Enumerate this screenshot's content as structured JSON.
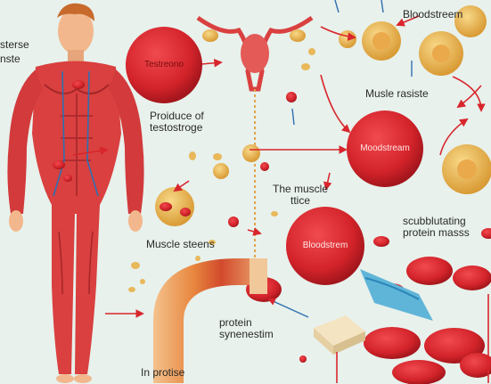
{
  "labels": {
    "left_edge_1": "sterse",
    "left_edge_2": "nste",
    "produce": "Proiduce of\ntestostroge",
    "muscle_tissue": "The muscle\nttice",
    "muscle_steens": "Muscle steens",
    "protein": "protein\nsynenestim",
    "in_protise": "In protise",
    "bloodstream_top": "Bloodstreem",
    "muscle_rasiste": "Musle rasiste",
    "subbluttating": "scubblutating\nprotein masss"
  },
  "bubbles": {
    "testosterone": "Testreono",
    "moodstream": "Moodstream",
    "bloodstream": "Bloodstrem"
  },
  "colors": {
    "background": "#e8f1ec",
    "muscle": "#d9403f",
    "blood_cell": "#d3232a",
    "arrow": "#d8262c",
    "fat_cell": "#e9b64f",
    "skin": "#f2b78c",
    "bone": "#f3d09a"
  },
  "icons": [
    "human-body-figure",
    "uterus-organ",
    "fat-cell-cluster",
    "blood-vessel",
    "protein-block"
  ]
}
